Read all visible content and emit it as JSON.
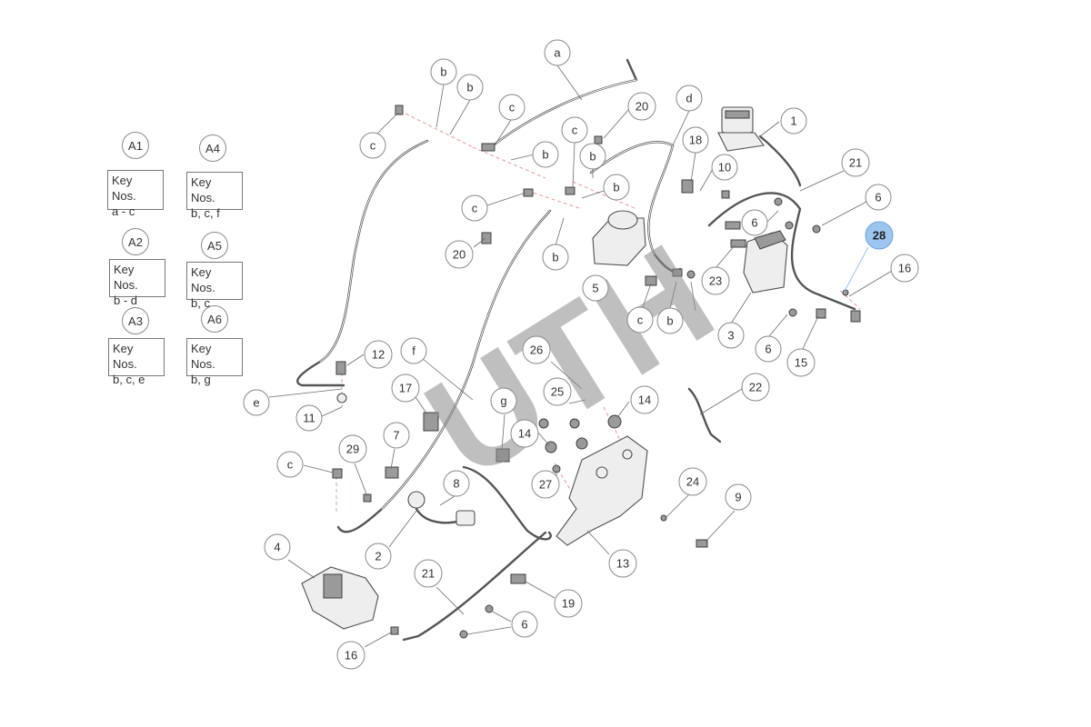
{
  "watermark": "UTH",
  "key_groups": [
    {
      "id": "A1",
      "title": "Key Nos.",
      "keys": "a - c"
    },
    {
      "id": "A4",
      "title": "Key Nos.",
      "keys": "b, c, f"
    },
    {
      "id": "A2",
      "title": "Key Nos.",
      "keys": "b - d"
    },
    {
      "id": "A5",
      "title": "Key Nos.",
      "keys": "b, c"
    },
    {
      "id": "A3",
      "title": "Key Nos.",
      "keys": "b, c, e"
    },
    {
      "id": "A6",
      "title": "Key Nos.",
      "keys": "b, g"
    }
  ],
  "callouts": [
    "a",
    "b",
    "b",
    "c",
    "c",
    "b",
    "c",
    "b",
    "20",
    "d",
    "18",
    "10",
    "1",
    "21",
    "6",
    "6",
    "28",
    "16",
    "c",
    "20",
    "b",
    "5",
    "23",
    "b",
    "c",
    "b",
    "3",
    "6",
    "15",
    "12",
    "f",
    "e",
    "11",
    "17",
    "g",
    "26",
    "25",
    "14",
    "14",
    "22",
    "7",
    "29",
    "c",
    "27",
    "8",
    "24",
    "9",
    "4",
    "2",
    "21",
    "13",
    "19",
    "6",
    "16"
  ],
  "highlighted_callout": "28"
}
